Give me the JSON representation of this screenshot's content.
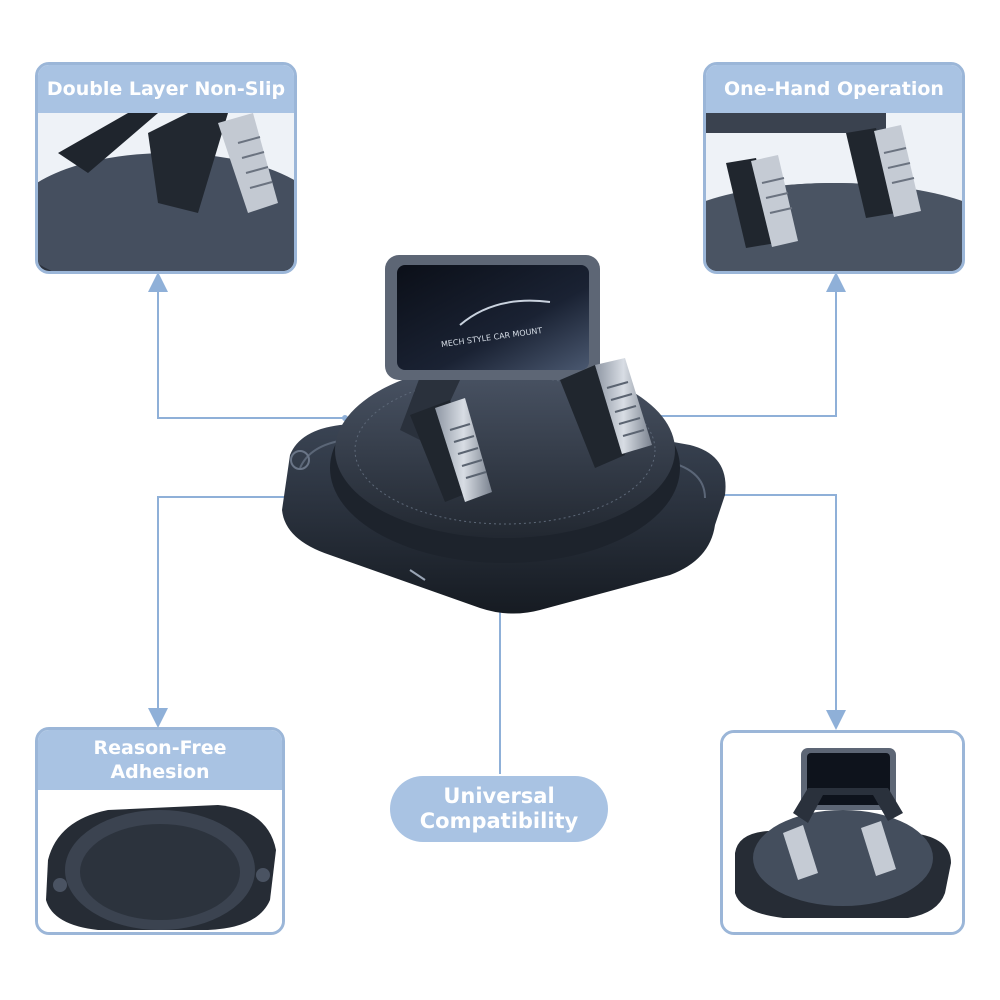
{
  "features": {
    "top_left": {
      "title": "Double Layer Non-Slip"
    },
    "top_right": {
      "title": "One-Hand Operation"
    },
    "bottom_left": {
      "title": "Reason-Free Adhesion"
    },
    "bottom_center": {
      "title": "Universal Compatibility"
    }
  },
  "product": {
    "plate_text": "MECH STYLE CAR MOUNT"
  },
  "colors": {
    "accent": "#a9c3e3",
    "border": "#9bb6d8",
    "connector": "#8fb0d8",
    "dark": "#2b3340"
  }
}
